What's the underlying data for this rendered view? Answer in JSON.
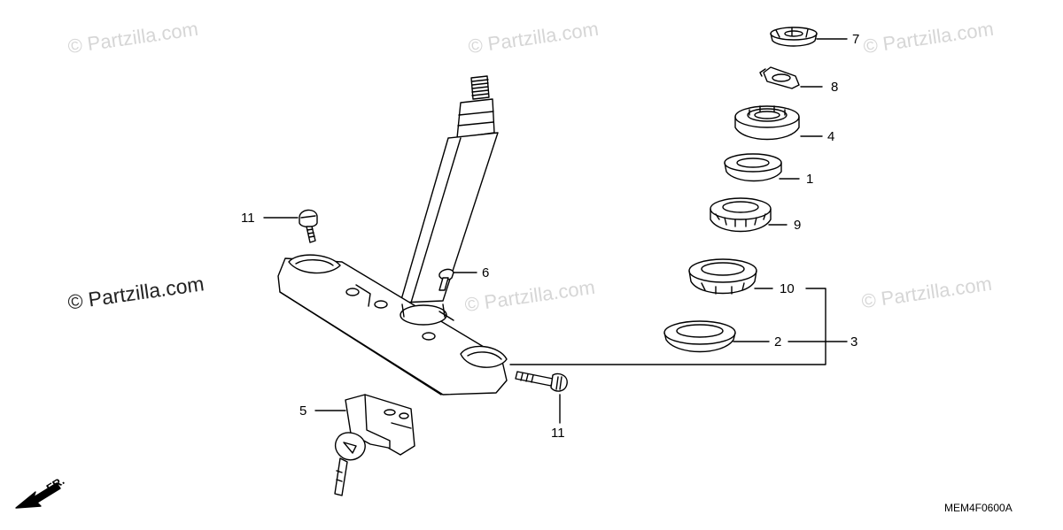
{
  "watermarks": {
    "top_left": "© Partzilla.com",
    "top_center": "© Partzilla.com",
    "top_right": "© Partzilla.com",
    "middle_left": "© Partzilla.com",
    "middle_center": "© Partzilla.com",
    "middle_right": "© Partzilla.com"
  },
  "callouts": {
    "c7": "7",
    "c8": "8",
    "c4": "4",
    "c1": "1",
    "c9": "9",
    "c10": "10",
    "c2": "2",
    "c3": "3",
    "c6": "6",
    "c11_top": "11",
    "c11_bottom": "11",
    "c5": "5"
  },
  "diagram_code": "MEM4F0600A",
  "direction_label": "FR.",
  "colors": {
    "line": "#000000",
    "watermark": "#d6d6d6"
  }
}
